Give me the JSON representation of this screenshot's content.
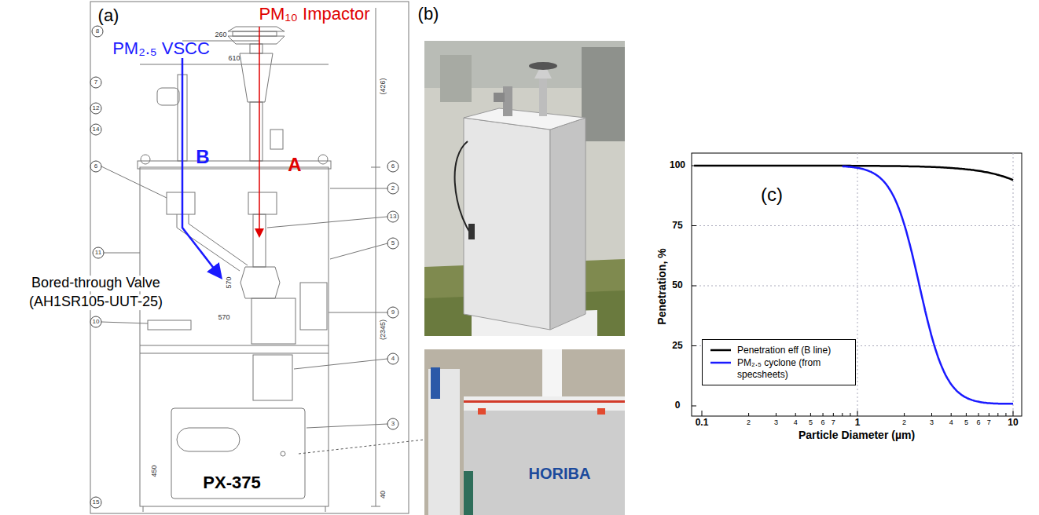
{
  "diagram": {
    "labels": [
      "(a)",
      "PM₁₀ Impactor",
      "260",
      "610",
      "(426)",
      "PM₂.₅ VSCC",
      "B",
      "A",
      "Bored-through Valve",
      "(AH1SR105-UUT-25)",
      "570",
      "(2345)",
      "570",
      "450",
      "40",
      "PX-375",
      "8",
      "7",
      "12",
      "14",
      "6",
      "11",
      "10",
      "15",
      "6",
      "2",
      "13",
      "5",
      "9",
      "4",
      "3",
      "(b)",
      "HORIBA",
      "(c)",
      "Penetration, %",
      "Particle Diameter (µm)",
      "100",
      "75",
      "50",
      "25",
      "0",
      "0.1",
      "2",
      "3",
      "4",
      "5",
      "6",
      "7",
      "1",
      "2",
      "3",
      "4",
      "5",
      "6",
      "7",
      "10"
    ],
    "legend": [
      {
        "text": "Penetration eff (B line)"
      },
      {
        "text": "PM₂.₅ cyclone (from specsheets)"
      }
    ]
  }
}
